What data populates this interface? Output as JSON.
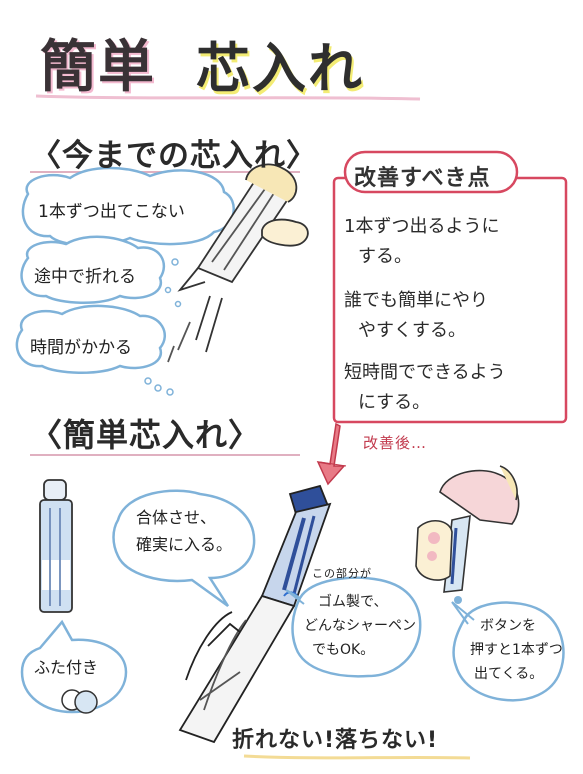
{
  "title": {
    "part1": "簡単",
    "part2": "芯入れ"
  },
  "old_section": {
    "heading": "〈今までの芯入れ〉",
    "problems": [
      "1本ずつ出てこない",
      "途中で折れる",
      "時間がかかる"
    ]
  },
  "improvement": {
    "heading": "改善すべき点",
    "points": [
      [
        "1本ずつ出るように",
        "する。"
      ],
      [
        "誰でも簡単にやり",
        "やすくする。"
      ],
      [
        "短時間でできるよう",
        "にする。"
      ]
    ],
    "after_label": "改善後…"
  },
  "new_section": {
    "heading": "〈簡単芯入れ〉",
    "bubble_combine": [
      "合体させ、",
      "確実に入る。"
    ],
    "note_part": "この部分が",
    "bubble_rubber": [
      "ゴム製で、",
      "どんなシャーペン",
      "でもOK。"
    ],
    "bubble_cap": "ふた付き",
    "bubble_button": [
      "ボタンを",
      "押すと1本ずつ",
      "出てくる。"
    ]
  },
  "footer": "折れない!落ちない!",
  "colors": {
    "title_pink": "#f3b9cf",
    "title_yellow": "#f3ec74",
    "cloud_blue": "#7fb2d9",
    "box_red": "#d74860",
    "pen_blue": "#2f4f9a",
    "arrow_red": "#d64a5a"
  }
}
